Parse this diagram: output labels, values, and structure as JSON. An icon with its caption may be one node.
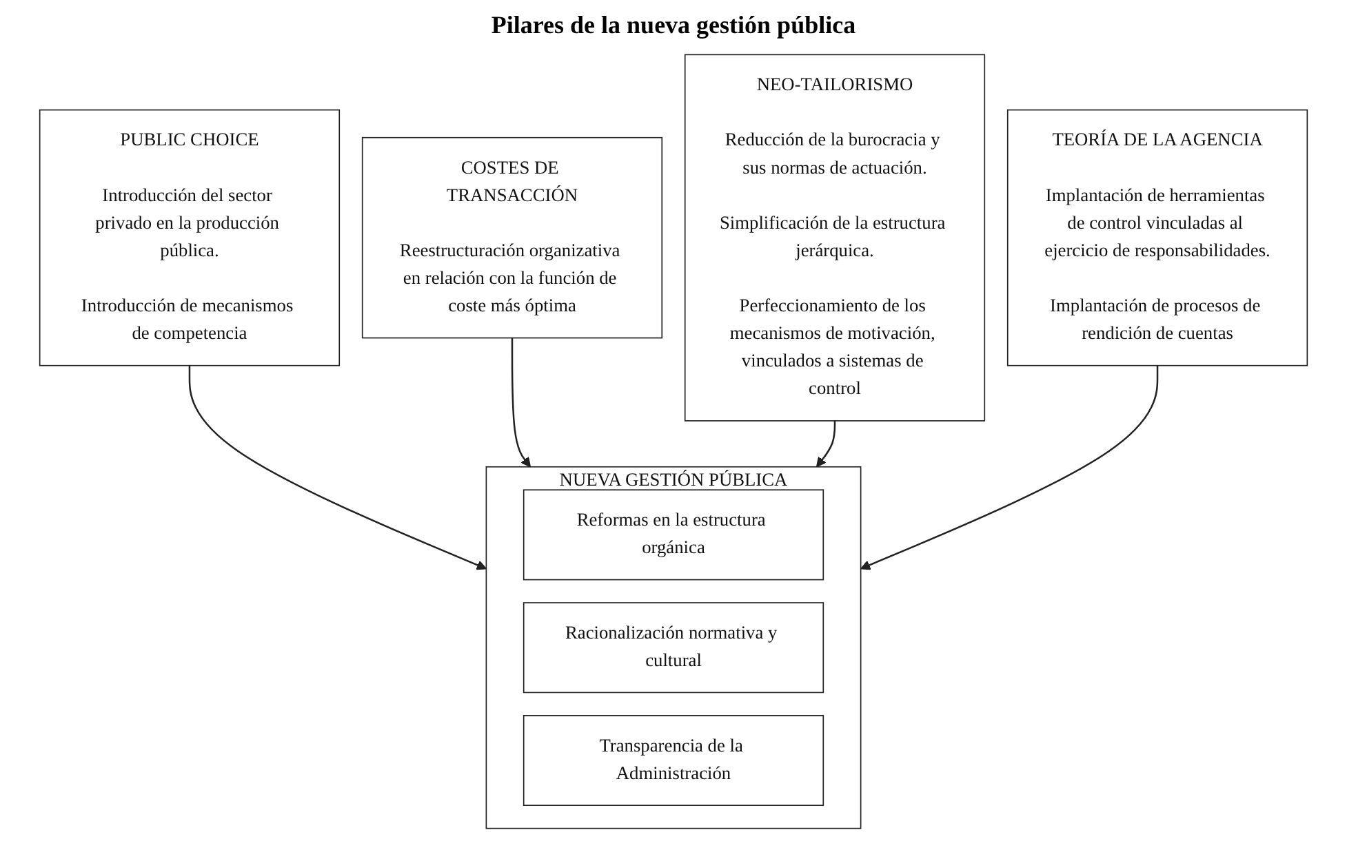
{
  "diagram": {
    "title": "Pilares de la nueva gestión pública",
    "nodes": [
      {
        "text": [
          "PUBLIC CHOICE",
          "Introducción del sector privado en la producción pública.",
          "Introducción de mecanismos de competencia"
        ]
      },
      {
        "text": [
          "COSTES DE TRANSACCIÓN",
          "Reestructuración organizativa en relación con la función de coste más óptima"
        ]
      },
      {
        "text": [
          "NEO-TAILORISMO",
          "Reducción de la burocracia y sus normas de actuación.",
          "Simplificación de la estructura jerárquica.",
          "Perfeccionamiento de los mecanismos de motivación, vinculados a sistemas de control"
        ]
      },
      {
        "text": [
          "TEORÍA DE LA AGENCIA",
          "Implantación de herramientas de control vinculadas al ejercicio de responsabilidades.",
          "Implantación de procesos de rendición de cuentas"
        ]
      },
      {
        "text": [
          "NUEVA GESTIÓN PÚBLICA"
        ]
      },
      {
        "text": [
          "Reformas en la estructura orgánica"
        ],
        "in": 4
      },
      {
        "text": [
          "Racionalización normativa y cultural"
        ],
        "in": 4
      },
      {
        "text": [
          "Transparencia de la Administración"
        ],
        "in": 4
      }
    ],
    "edges": [
      {
        "from": 0,
        "to": 4,
        "arrow": "to"
      },
      {
        "from": 1,
        "to": 4,
        "arrow": "to"
      },
      {
        "from": 2,
        "to": 4,
        "arrow": "to"
      },
      {
        "from": 3,
        "to": 4,
        "arrow": "to"
      }
    ]
  }
}
